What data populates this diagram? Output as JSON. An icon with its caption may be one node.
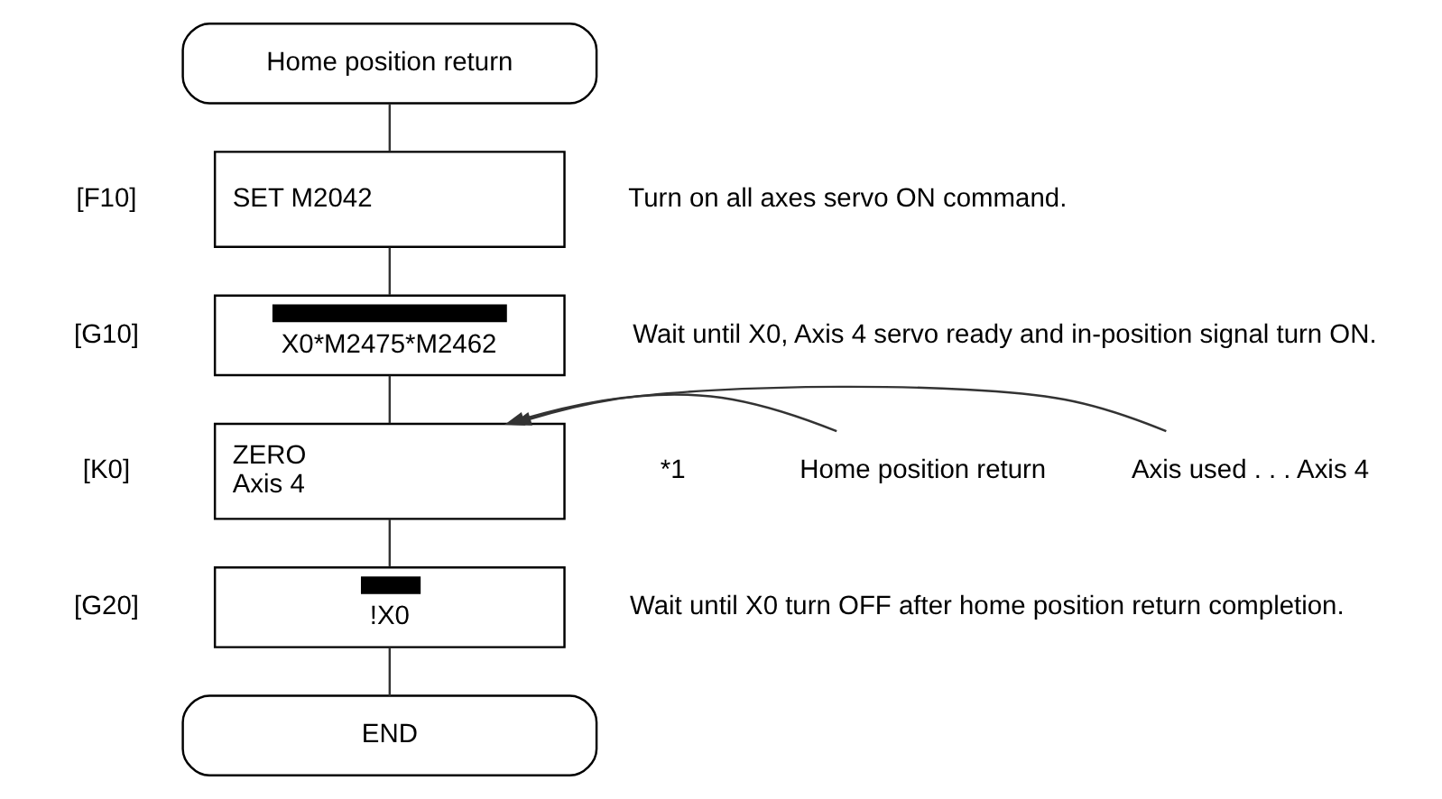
{
  "diagram": {
    "nodes": [
      {
        "text": [
          "Home position return"
        ]
      },
      {
        "text": [
          "SET M2042"
        ],
        "beside": [
          "[F10]",
          "Turn on all axes servo ON command."
        ]
      },
      {
        "text": [
          "X0*M2475*M2462"
        ],
        "beside": [
          "[G10]",
          "Wait until X0, Axis 4 servo ready and in-position signal turn ON."
        ]
      },
      {
        "text": [
          "ZERO",
          "Axis 4"
        ],
        "beside": [
          "[K0]",
          "*1"
        ]
      },
      {
        "text": [
          "Home position return"
        ]
      },
      {
        "text": [
          "Axis used . . . Axis 4"
        ]
      },
      {
        "text": [
          "!X0"
        ],
        "beside": [
          "[G20]",
          "Wait until X0 turn OFF after home position return completion."
        ]
      },
      {
        "text": [
          "END"
        ]
      }
    ],
    "edges": [
      {
        "from": 0,
        "to": 1,
        "arrow": "none"
      },
      {
        "from": 1,
        "to": 2,
        "arrow": "none"
      },
      {
        "from": 2,
        "to": 3,
        "arrow": "none"
      },
      {
        "from": 3,
        "to": 6,
        "arrow": "none"
      },
      {
        "from": 6,
        "to": 7,
        "arrow": "none"
      },
      {
        "from": 4,
        "to": 3,
        "arrow": "to"
      },
      {
        "from": 5,
        "to": 3,
        "arrow": "to"
      }
    ]
  }
}
